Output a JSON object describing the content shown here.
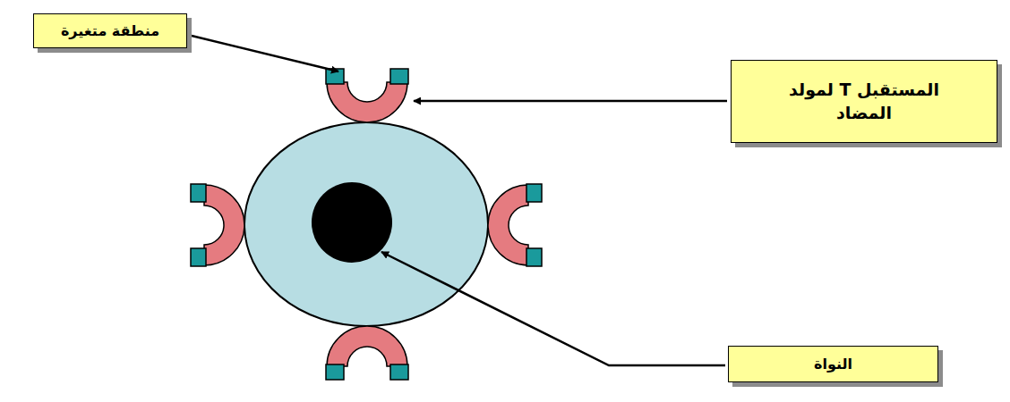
{
  "diagram": {
    "nodes": [
      {
        "text": [
          "منطقة متغيرة"
        ]
      },
      {
        "text": [
          "المستقبل T لمولد المضاد"
        ]
      },
      {
        "text": [
          "النواة"
        ]
      }
    ]
  }
}
